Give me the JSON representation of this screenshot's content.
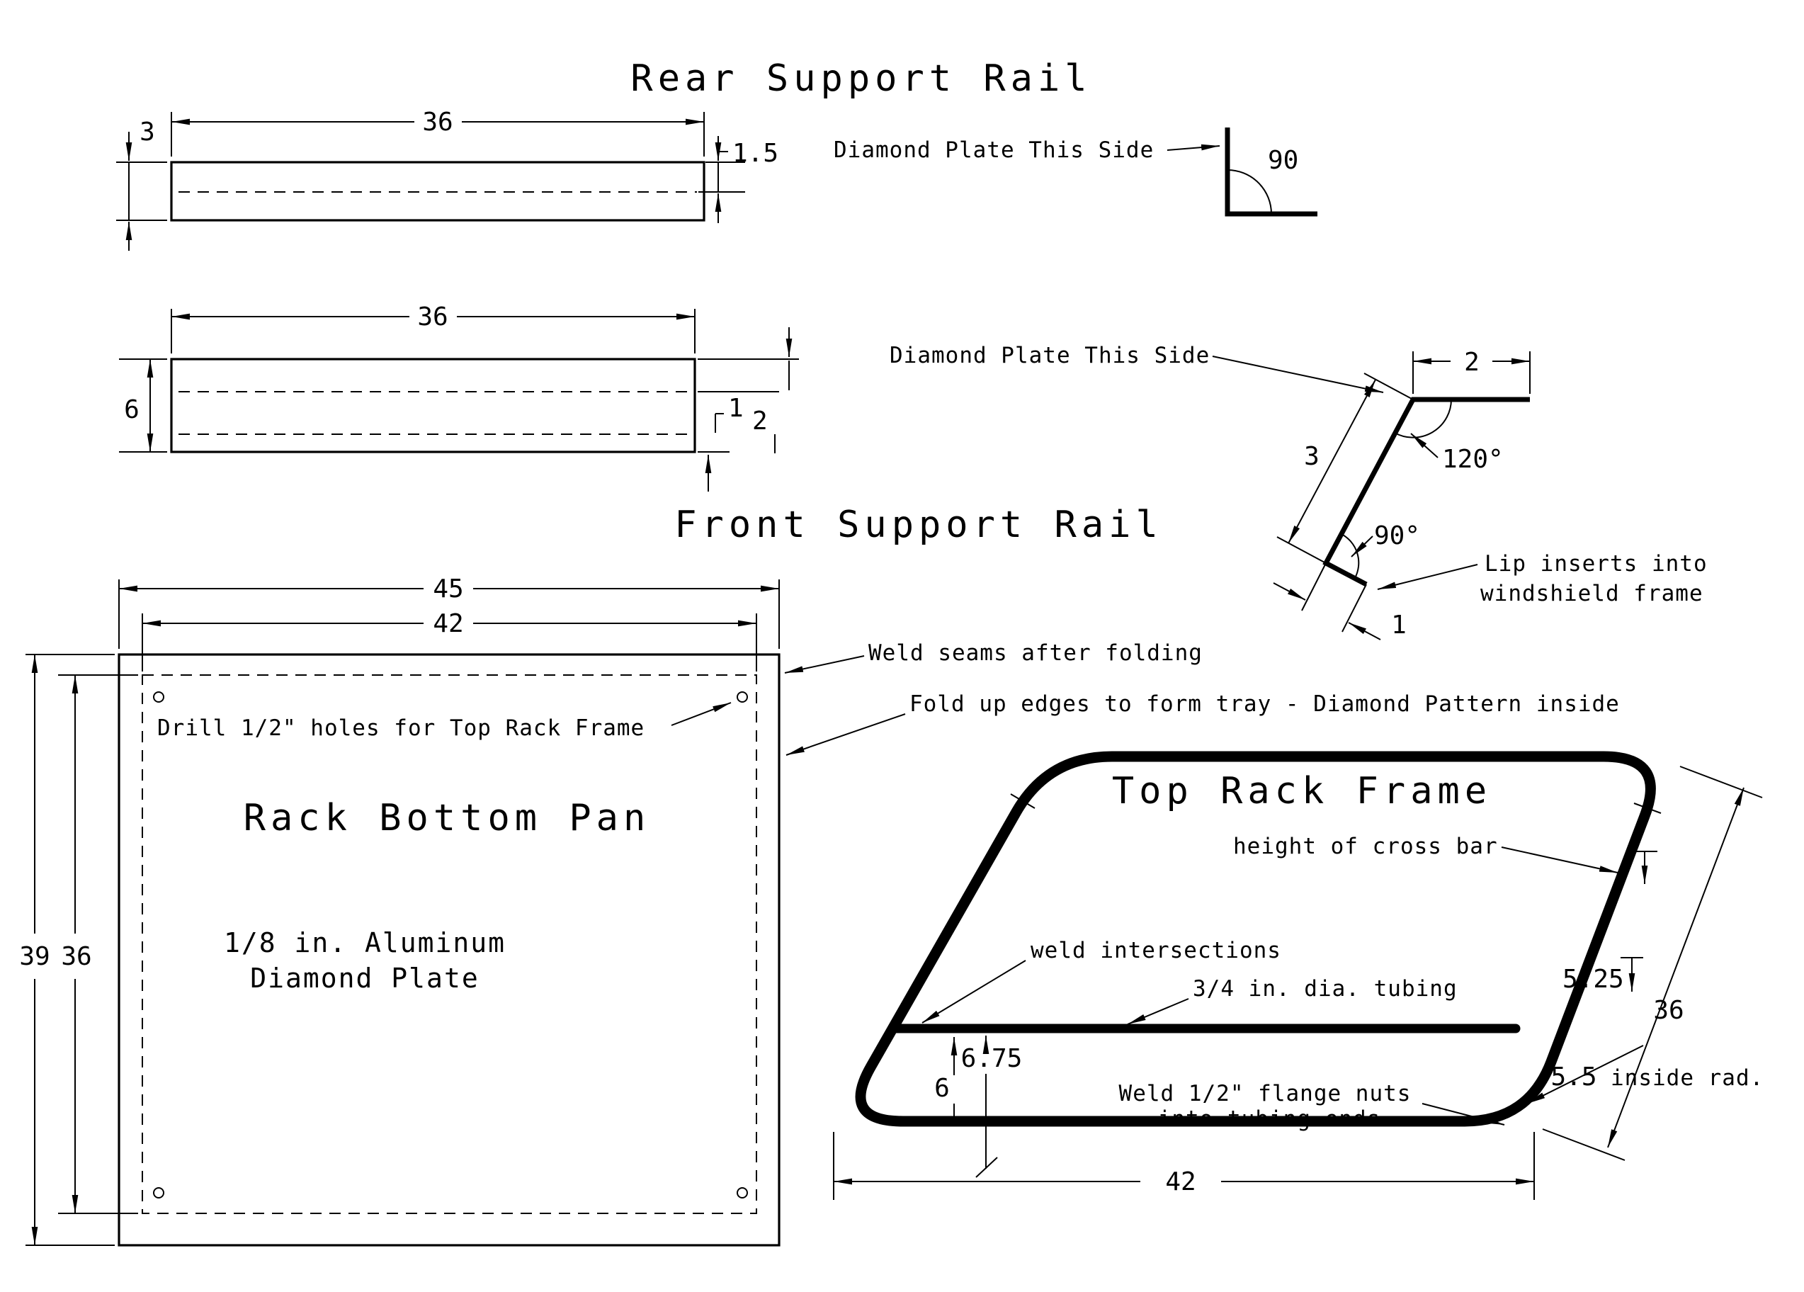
{
  "titles": {
    "rear_support_rail": "Rear Support Rail",
    "front_support_rail": "Front Support Rail",
    "rack_bottom_pan": "Rack Bottom Pan",
    "top_rack_frame": "Top Rack Frame"
  },
  "rear_rail": {
    "length": "36",
    "height": "3",
    "top_to_center": "1.5",
    "plate_note": "Diamond Plate This Side",
    "bend_angle": "90"
  },
  "front_rail": {
    "length": "36",
    "height": "6",
    "dim_a": "1",
    "dim_b": "2"
  },
  "lip_detail": {
    "plate_note": "Diamond Plate This Side",
    "top_width": "2",
    "web_length": "3",
    "bend_angle_top": "120°",
    "bend_angle_bottom": "90°",
    "lip_length": "1",
    "callout_line1": "Lip inserts into",
    "callout_line2": "windshield frame"
  },
  "bottom_pan": {
    "outer_width": "45",
    "inner_width": "42",
    "outer_depth": "39",
    "inner_depth": "36",
    "drill_note": "Drill 1/2\" holes for Top Rack Frame",
    "material_line1": "1/8 in. Aluminum",
    "material_line2": "Diamond Plate",
    "weld_note": "Weld seams after folding",
    "fold_note": "Fold up edges to form tray - Diamond Pattern inside"
  },
  "top_frame": {
    "width": "42",
    "depth": "36",
    "crossbar_inset": "5.25",
    "crossbar_height": "6.75",
    "crossbar_clearance": "6",
    "corner_radius": "5.5",
    "corner_radius_label": "inside rad.",
    "height_note": "height of cross bar",
    "weld_note": "weld intersections",
    "tubing_note": "3/4 in. dia. tubing",
    "flange_note_line1": "Weld 1/2\" flange nuts",
    "flange_note_line2": "into tubing ends"
  }
}
